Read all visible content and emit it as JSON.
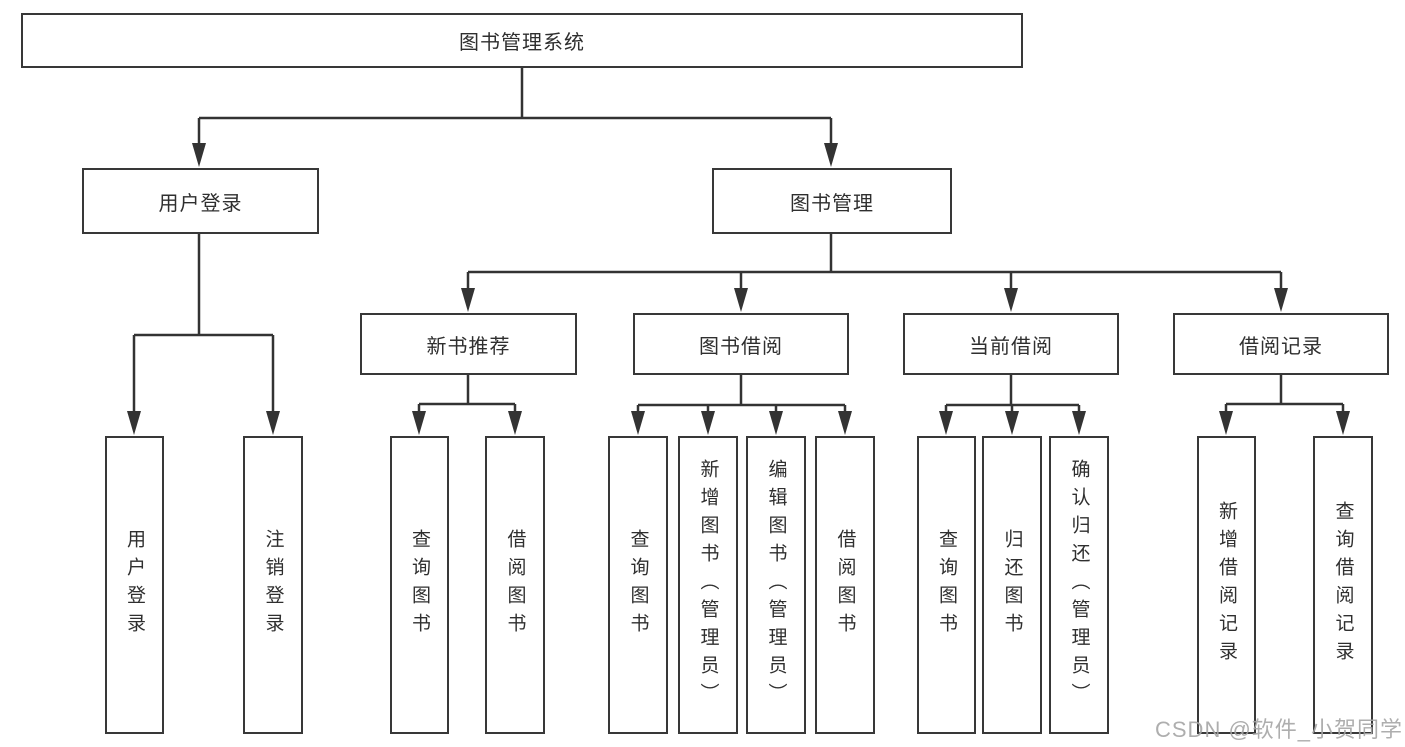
{
  "diagram": {
    "root": {
      "label": "图书管理系统",
      "children": [
        {
          "label": "用户登录",
          "children": [
            {
              "label": "用户登录"
            },
            {
              "label": "注销登录"
            }
          ]
        },
        {
          "label": "图书管理",
          "children": [
            {
              "label": "新书推荐",
              "children": [
                {
                  "label": "查询图书"
                },
                {
                  "label": "借阅图书"
                }
              ]
            },
            {
              "label": "图书借阅",
              "children": [
                {
                  "label": "查询图书"
                },
                {
                  "label": "新增图书（管理员）"
                },
                {
                  "label": "编辑图书（管理员）"
                },
                {
                  "label": "借阅图书"
                }
              ]
            },
            {
              "label": "当前借阅",
              "children": [
                {
                  "label": "查询图书"
                },
                {
                  "label": "归还图书"
                },
                {
                  "label": "确认归还（管理员）"
                }
              ]
            },
            {
              "label": "借阅记录",
              "children": [
                {
                  "label": "新增借阅记录"
                },
                {
                  "label": "查询借阅记录"
                }
              ]
            }
          ]
        }
      ]
    }
  },
  "watermark": "CSDN @软件_小贺同学",
  "colors": {
    "line": "#333333",
    "box_border": "#383838",
    "text": "#2f2f2f",
    "watermark": "#a5a5a5",
    "background": "#ffffff"
  }
}
